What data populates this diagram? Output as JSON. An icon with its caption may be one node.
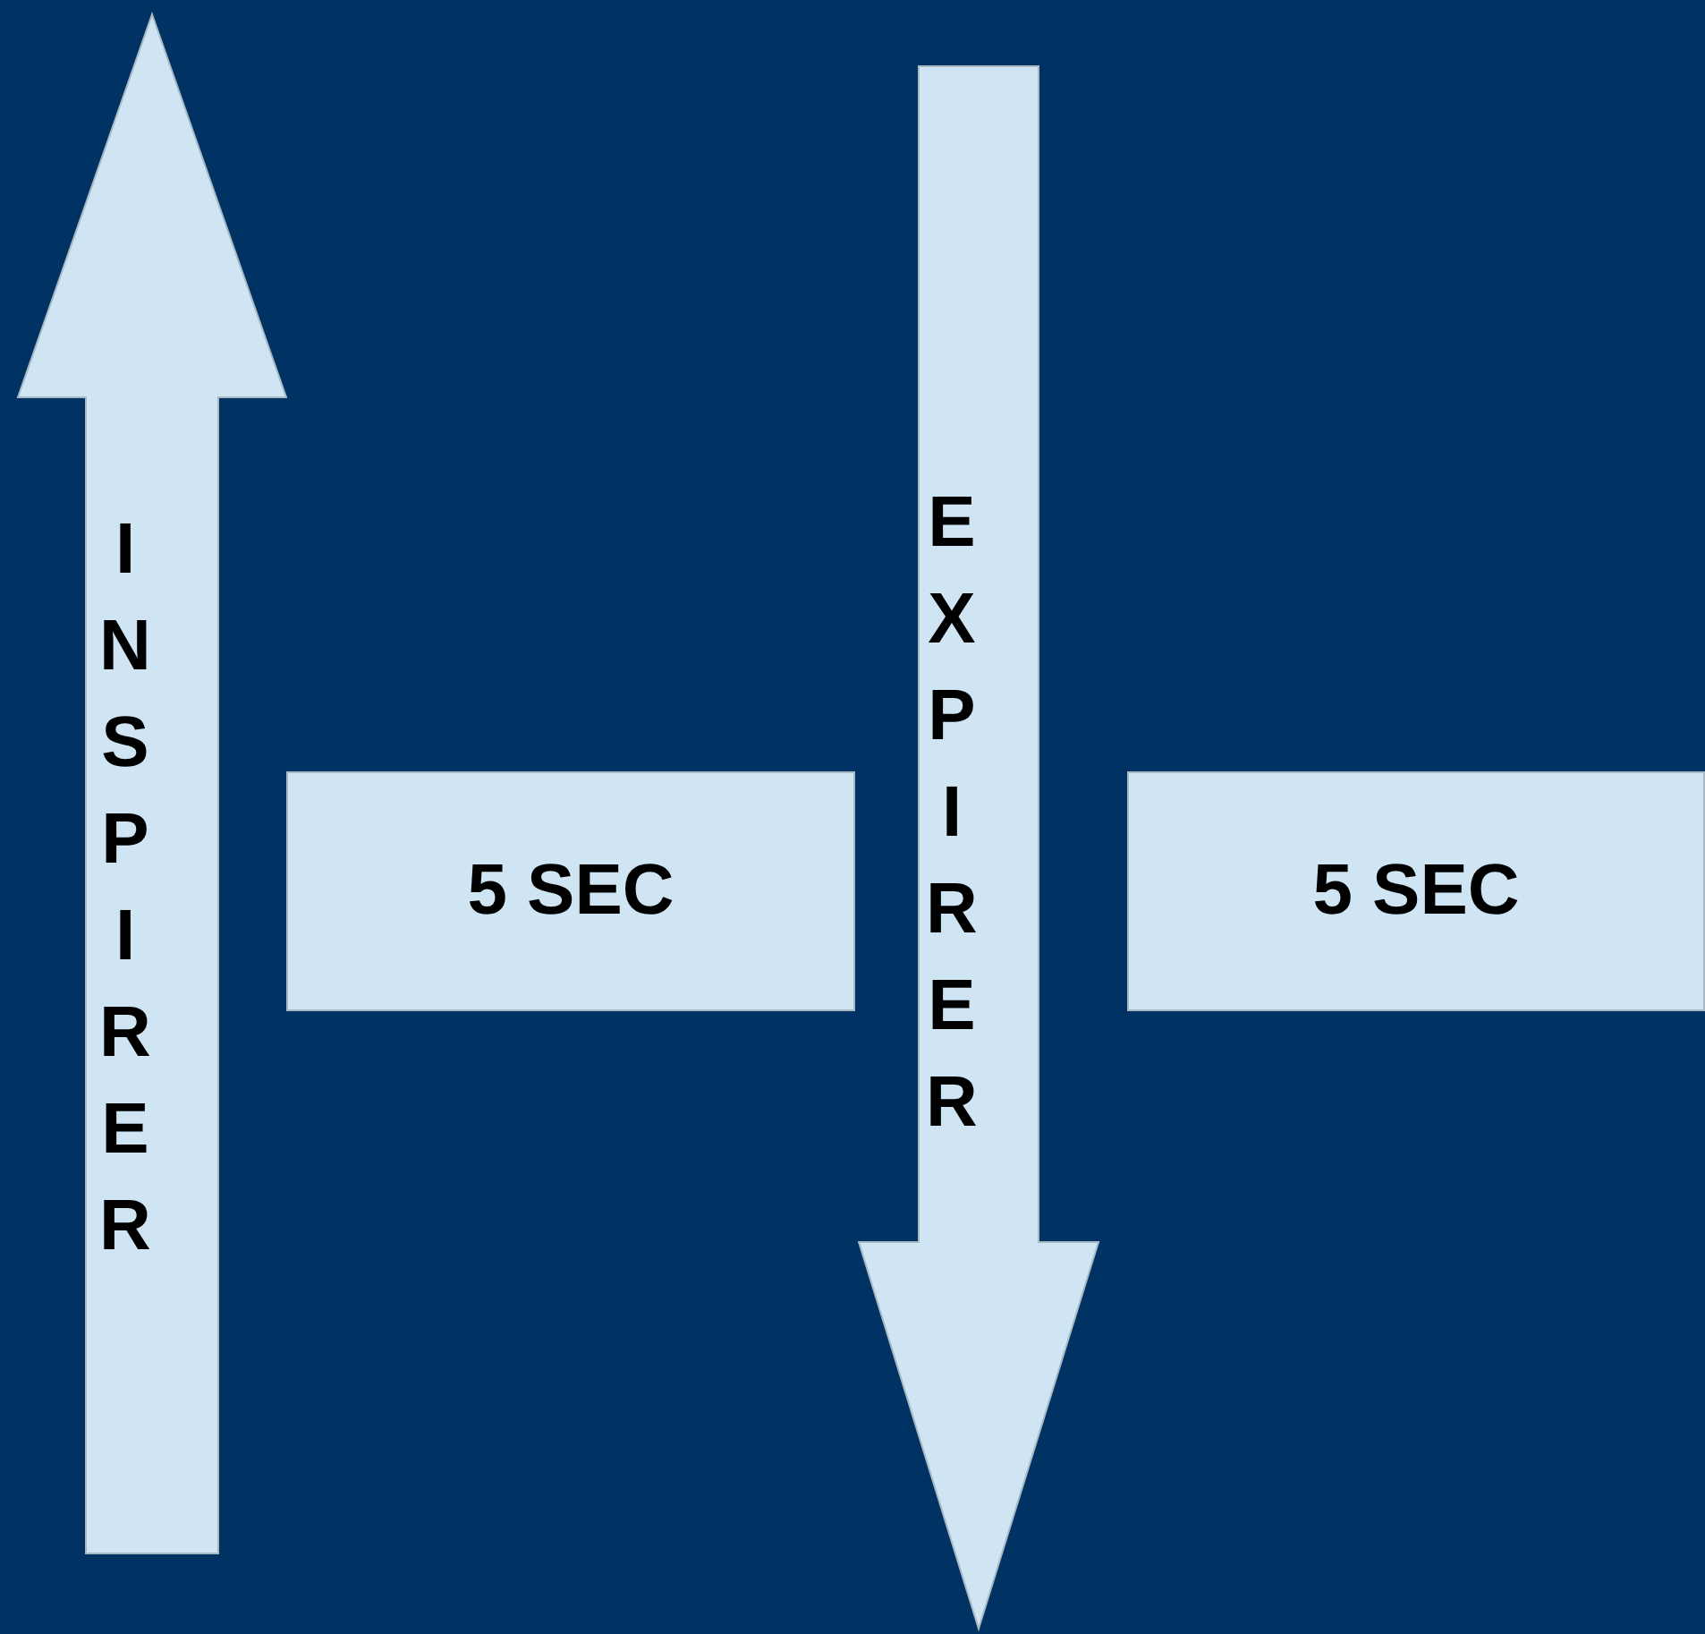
{
  "diagram": {
    "nodes": [
      {
        "text": [
          "INSPIRER"
        ]
      },
      {
        "text": [
          "5 SEC"
        ]
      },
      {
        "text": [
          "EXPIRER"
        ]
      },
      {
        "text": [
          "5 SEC"
        ]
      }
    ]
  }
}
